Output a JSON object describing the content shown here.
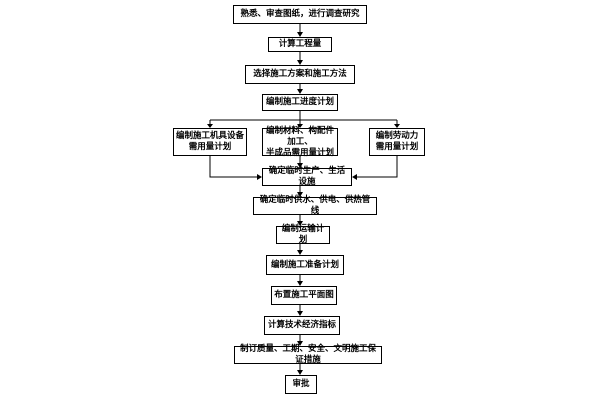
{
  "steps": {
    "s1": "熟悉、审查图纸，进行调查研究",
    "s2": "计算工程量",
    "s3": "选择施工方案和施工方法",
    "s4": "编制施工进度计划",
    "s5a": "编制施工机具设备\n需用量计划",
    "s5b": "编制材料、构配件加工、\n半成品需用量计划",
    "s5c": "编制劳动力\n需用量计划",
    "s6": "确定临时生产、生活设施",
    "s7": "确定临时供水、供电、供热管线",
    "s8": "编制运输计划",
    "s9": "编制施工准备计划",
    "s10": "布置施工平面图",
    "s11": "计算技术经济指标",
    "s12": "制订质量、工期、安全、文明施工保证措施",
    "s13": "审批"
  },
  "colors": {
    "stroke": "#000000",
    "background": "#ffffff"
  }
}
